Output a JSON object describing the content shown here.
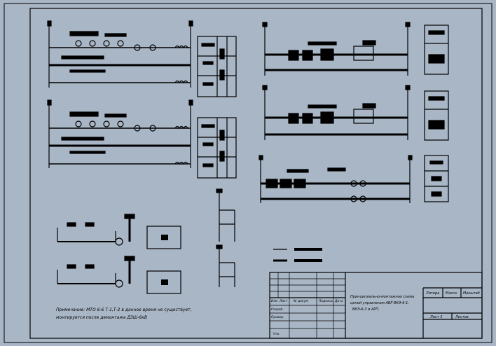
{
  "note": {
    "line1": "Примечание: МТО 6-6 Т-1,Т-2 в данное время не существует,",
    "line2": "монтируется после демонтажа ДЗШ-6кВ"
  },
  "title_block": {
    "title_line1": "Принципиально-монтажная схема",
    "title_line2": "цепей управления АВР ВКЭ-6-1,",
    "title_line3": "ВКЭ-6-3 и АРП.",
    "litera_label": "Литера",
    "massa_label": "Масса",
    "masshtab_label": "Масштаб",
    "list_label": "Лист 3",
    "listov_label": "Листов",
    "izm_label": "Изм",
    "list_col_label": "Лист",
    "ndokum_label": "№ докум",
    "podpis_label": "Подпись",
    "data_label": "Дата",
    "razrab_label": "Разраб.",
    "prover_label": "Провер.",
    "utv_label": "Утв."
  },
  "colors": {
    "background": "#a9b6c6",
    "lines": "#000000"
  }
}
